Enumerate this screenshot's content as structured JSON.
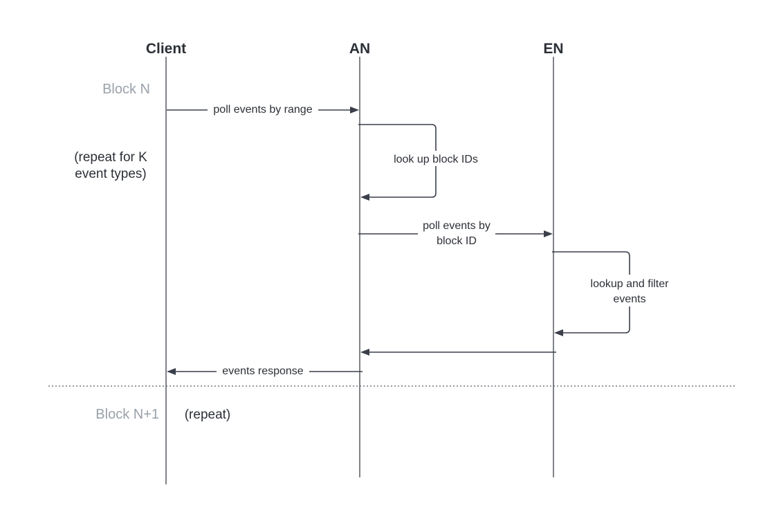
{
  "actors": {
    "client": "Client",
    "an": "AN",
    "en": "EN"
  },
  "blocks": {
    "block_n": "Block N",
    "block_n1": "Block N+1"
  },
  "notes": {
    "repeat_k_line1": "(repeat for K",
    "repeat_k_line2": "event types)",
    "repeat": "(repeat)"
  },
  "messages": {
    "poll_by_range": "poll events by range",
    "lookup_block_ids": "look up block IDs",
    "poll_by_block_id_line1": "poll events by",
    "poll_by_block_id_line2": "block ID",
    "lookup_filter_line1": "lookup and filter",
    "lookup_filter_line2": "events",
    "events_response": "events response"
  },
  "colors": {
    "text": "#2b2f36",
    "muted_text": "#9aa1a9",
    "line": "#3a3f4a"
  }
}
